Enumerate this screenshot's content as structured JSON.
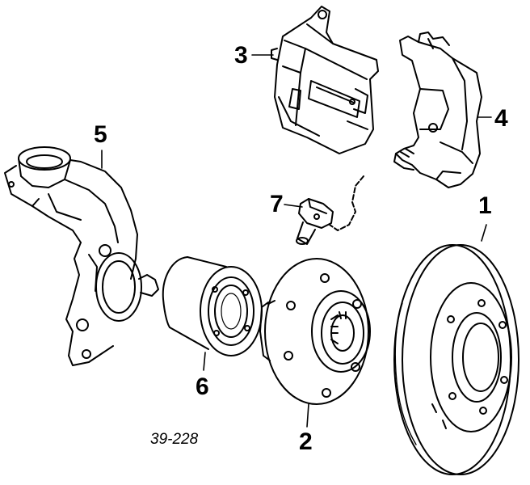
{
  "callouts": {
    "rotor": "1",
    "hub": "2",
    "caliper": "3",
    "caliper_bracket": "4",
    "steering_knuckle": "5",
    "wheel_bearing": "6",
    "abs_sensor": "7"
  },
  "reference_code": "39-228",
  "colors": {
    "ink": "#000000",
    "paper": "#ffffff"
  }
}
